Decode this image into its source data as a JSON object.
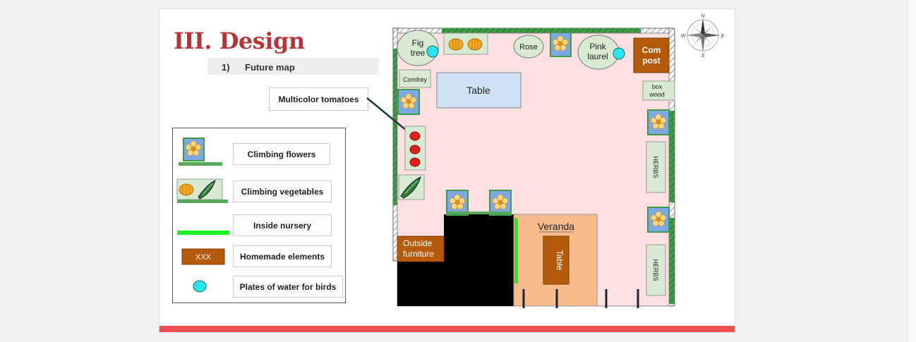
{
  "slide": {
    "title": "III. Design",
    "subtitle_number": "1)",
    "subtitle_text": "Future map",
    "callout": "Multicolor tomatoes"
  },
  "legend": {
    "items": [
      {
        "label": "Climbing flowers",
        "icon": "flower-icon"
      },
      {
        "label": "Climbing vegetables",
        "icon": "vegetables-icon"
      },
      {
        "label": "Inside nursery",
        "icon": "green-line-icon"
      },
      {
        "label": "Homemade elements",
        "icon": "brown-box-icon",
        "sample_text": "XXX"
      },
      {
        "label": "Plates of water for birds",
        "icon": "water-plate-icon"
      }
    ]
  },
  "map": {
    "fig_tree": "Fig tree",
    "rose": "Rose",
    "pink_laurel": "Pink laurel",
    "compost": "Com post",
    "comfrey": "Comfrey",
    "table_top": "Table",
    "box_wood": "box wood",
    "herbs_1": "HERBS",
    "herbs_2": "HERBS",
    "veranda": "Veranda",
    "veranda_table": "Table",
    "outside_furniture": "Outside furniture"
  },
  "compass": {
    "n": "N",
    "s": "S",
    "e": "E",
    "w": "W"
  },
  "colors": {
    "title": "#b73439",
    "garden": "#fde0e2",
    "hedge": "#3f9a45",
    "homemade": "#b5590a",
    "veranda": "#f8bc8c",
    "water": "#29e6ee",
    "nursery": "#22ee22",
    "plant": "#d9ead3",
    "bottom_bar": "#f15052"
  }
}
